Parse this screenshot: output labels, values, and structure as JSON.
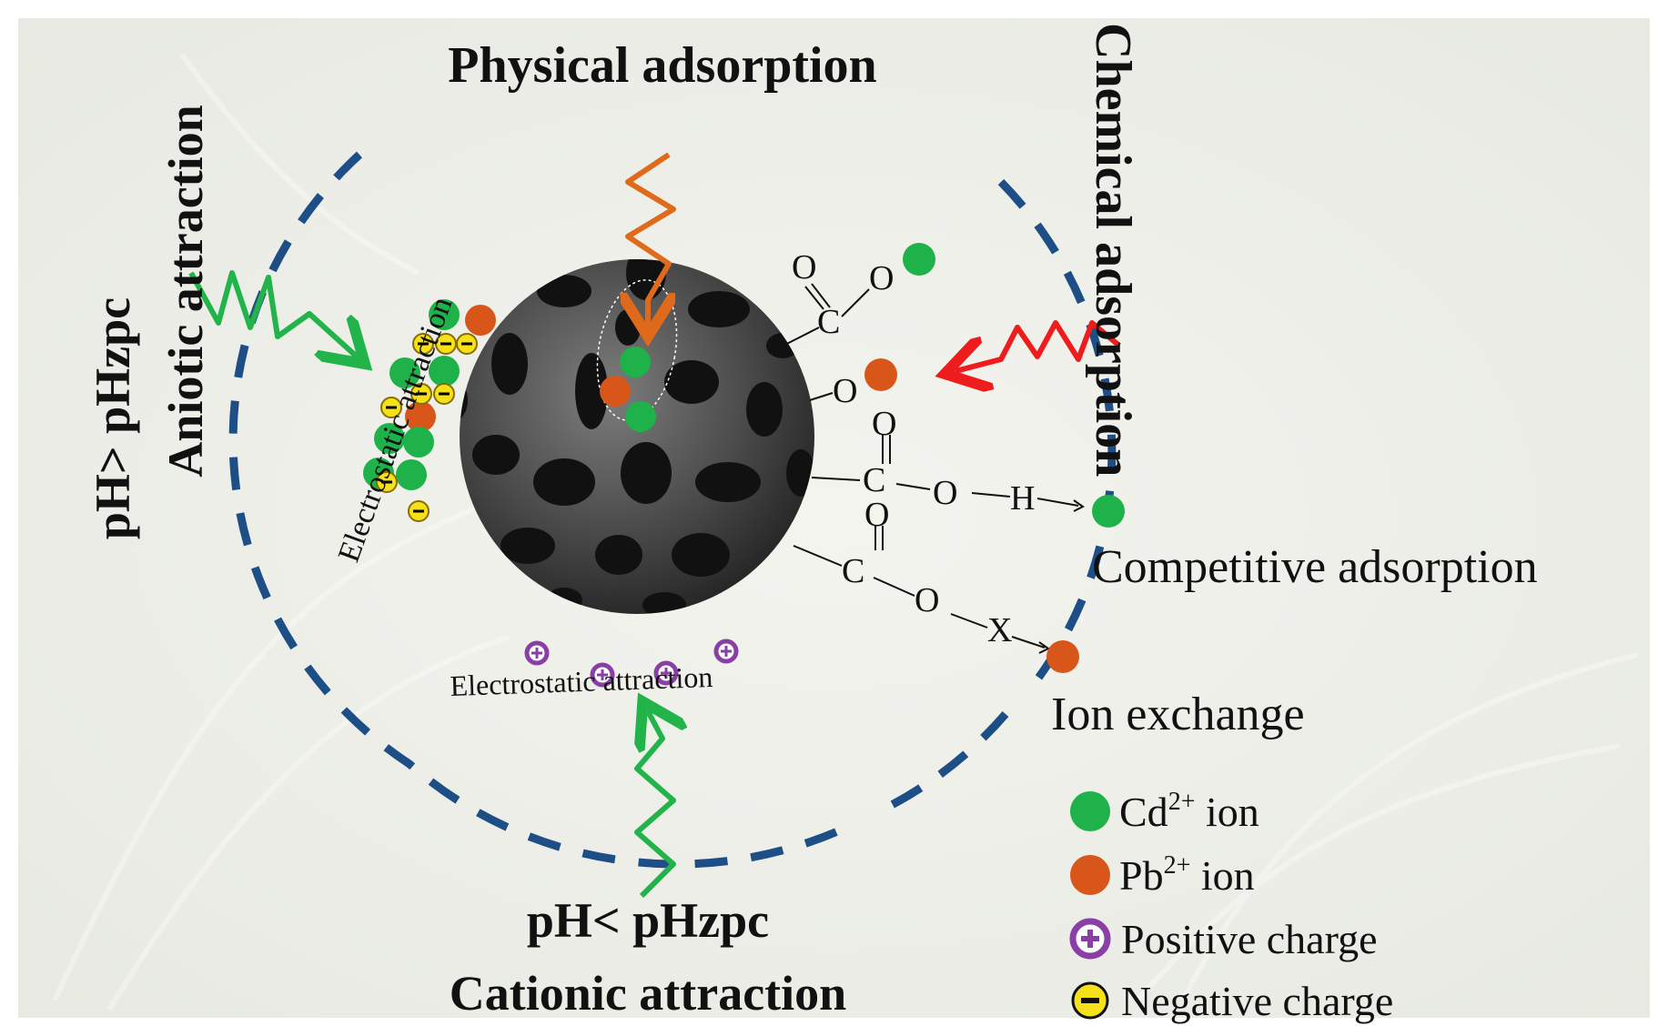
{
  "labels": {
    "physical": "Physical adsorption",
    "chemical": "Chemical adsorption",
    "anionic_condition": "pH> pHzpc",
    "anionic_type": "Aniotic attraction",
    "cationic_condition": "pH< pHzpc",
    "cationic_type": "Cationic attraction",
    "electrostatic_left": "Electrostatic attraction",
    "electrostatic_bottom": "Electrostatic attraction",
    "competitive": "Competitive adsorption",
    "ion_exchange": "Ion exchange"
  },
  "groups": {
    "g1_o_top": "O",
    "g1_c": "C",
    "g1_o_right": "O",
    "g2_o": "O",
    "g3_o_top": "O",
    "g3_c": "C",
    "g3_o": "O",
    "g3_h": "H",
    "g4_o_top": "O",
    "g4_c": "C",
    "g4_o": "O",
    "g4_x": "X"
  },
  "legend": {
    "cd_base": "Cd",
    "cd_sup": "2+",
    "cd_tail": " ion",
    "pb_base": "Pb",
    "pb_sup": "2+",
    "pb_tail": " ion",
    "positive": "Positive charge",
    "negative": "Negative charge"
  },
  "colors": {
    "cd": "#1fb24a",
    "pb": "#d9561a",
    "positive_ring": "#8a3fa6",
    "negative_fill": "#f5e11a",
    "dashed_circle": "#1d4f86",
    "arrow_green": "#22b34a",
    "arrow_orange": "#e06a1c",
    "arrow_red": "#ee1c1c",
    "text": "#111111"
  }
}
